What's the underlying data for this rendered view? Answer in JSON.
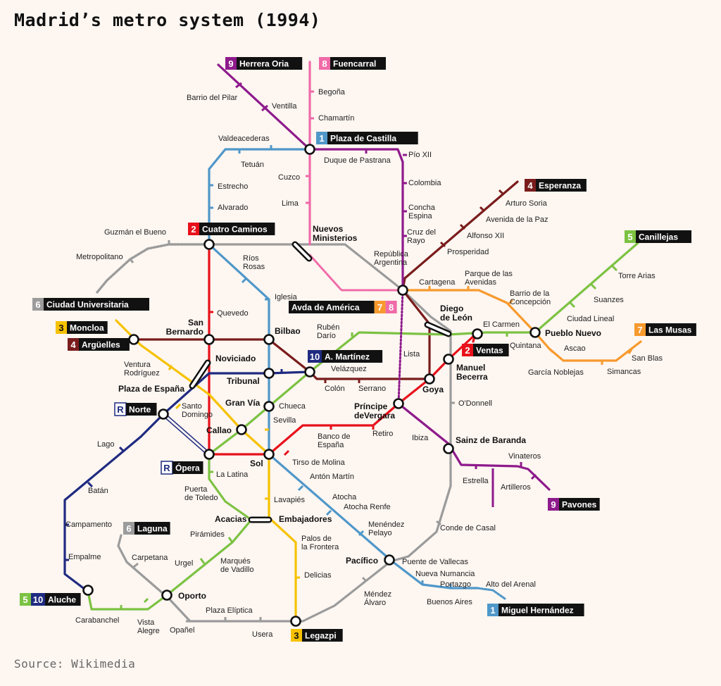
{
  "title": "Madrid’s metro system (1994)",
  "source": "Source: Wikimedia",
  "line_colors": {
    "1": "#4f97c9",
    "2": "#e8111b",
    "3": "#f6c200",
    "4": "#7a1c1c",
    "5": "#7cc242",
    "6": "#9b9b9b",
    "7": "#f79a2e",
    "8": "#f06aa8",
    "9": "#8e1a8c",
    "10": "#1f2a80",
    "R": "#1f2a80"
  },
  "terminals": [
    {
      "id": "herrera-oria",
      "lines": [
        "9"
      ],
      "name": "Herrera Oria"
    },
    {
      "id": "fuencarral",
      "lines": [
        "8"
      ],
      "name": "Fuencarral"
    },
    {
      "id": "plaza-castilla",
      "lines": [
        "1"
      ],
      "name": "Plaza de Castilla"
    },
    {
      "id": "esperanza",
      "lines": [
        "4"
      ],
      "name": "Esperanza"
    },
    {
      "id": "cuatro-caminos",
      "lines": [
        "2"
      ],
      "name": "Cuatro Caminos"
    },
    {
      "id": "canillejas",
      "lines": [
        "5"
      ],
      "name": "Canillejas"
    },
    {
      "id": "ciudad-universitaria",
      "lines": [
        "6"
      ],
      "name": "Ciudad Universitaria"
    },
    {
      "id": "avda-america",
      "lines": [
        "7",
        "8"
      ],
      "name": "Avda  de América",
      "name_first": true
    },
    {
      "id": "moncloa",
      "lines": [
        "3"
      ],
      "name": "Moncloa"
    },
    {
      "id": "arguelles",
      "lines": [
        "4"
      ],
      "name": "Argüelles"
    },
    {
      "id": "las-musas",
      "lines": [
        "7"
      ],
      "name": "Las Musas"
    },
    {
      "id": "ventas",
      "lines": [
        "2"
      ],
      "name": "Ventas"
    },
    {
      "id": "a-martinez",
      "lines": [
        "10"
      ],
      "name": "A. Martínez"
    },
    {
      "id": "norte",
      "lines": [
        "R"
      ],
      "name": "Norte",
      "outline": true
    },
    {
      "id": "opera",
      "lines": [
        "R"
      ],
      "name": "Ópera",
      "outline": true
    },
    {
      "id": "laguna",
      "lines": [
        "6"
      ],
      "name": "Laguna"
    },
    {
      "id": "pavones",
      "lines": [
        "9"
      ],
      "name": "Pavones"
    },
    {
      "id": "aluche",
      "lines": [
        "5",
        "10"
      ],
      "name": "Aluche"
    },
    {
      "id": "miguel-hernandez",
      "lines": [
        "1"
      ],
      "name": "Miguel Hernández"
    },
    {
      "id": "legazpi",
      "lines": [
        "3"
      ],
      "name": "Legazpi"
    }
  ],
  "interchanges": [
    {
      "id": "nuevos-ministerios",
      "name": "Nuevos Ministerios"
    },
    {
      "id": "diego-de-leon",
      "name": "Diego de León"
    },
    {
      "id": "san-bernardo",
      "name": "San Bernardo"
    },
    {
      "id": "bilbao",
      "name": "Bilbao"
    },
    {
      "id": "noviciado",
      "name": "Noviciado"
    },
    {
      "id": "tribunal",
      "name": "Tribunal"
    },
    {
      "id": "plaza-espana",
      "name": "Plaza de España"
    },
    {
      "id": "gran-via",
      "name": "Gran Vía"
    },
    {
      "id": "callao",
      "name": "Callao"
    },
    {
      "id": "sol",
      "name": "Sol"
    },
    {
      "id": "pueblo-nuevo",
      "name": "Pueblo Nuevo"
    },
    {
      "id": "manuel-becerra",
      "name": "Manuel Becerra"
    },
    {
      "id": "goya",
      "name": "Goya"
    },
    {
      "id": "principe-vergara",
      "name": "Príncipe deVergara"
    },
    {
      "id": "sainz-baranda",
      "name": "Sainz de Baranda"
    },
    {
      "id": "acacias",
      "name": "Acacias"
    },
    {
      "id": "embajadores",
      "name": "Embajadores"
    },
    {
      "id": "pacifico",
      "name": "Pacífico"
    },
    {
      "id": "oporto",
      "name": "Oporto"
    }
  ],
  "stations": [
    "Barrio del Pilar",
    "Ventilla",
    "Begoña",
    "Chamartín",
    "Valdeacederas",
    "Tetuán",
    "Duque de Pastrana",
    "Pío XII",
    "Cuzco",
    "Lima",
    "Estrecho",
    "Alvarado",
    "Colombia",
    "Concha Espina",
    "Cruz del Rayo",
    "Arturo Soria",
    "Avenida de la Paz",
    "Alfonso XII",
    "Prosperidad",
    "Guzmán el Bueno",
    "Metropolitano",
    "Ríos Rosas",
    "República Argentina",
    "Iglesia",
    "Quevedo",
    "Cartagena",
    "Parque de las Avenidas",
    "Barrio de la Concepción",
    "Torre Arias",
    "Suanzes",
    "Ciudad Lineal",
    "Rubén Darío",
    "El Carmen",
    "Quintana",
    "Ascao",
    "García Noblejas",
    "Simancas",
    "San Blas",
    "Lista",
    "Velázquez",
    "Colón",
    "Serrano",
    "Ventura Rodríguez",
    "Santo Domingo",
    "Chueca",
    "Sevilla",
    "Banco de España",
    "Retiro",
    "O'Donnell",
    "Ibiza",
    "Lago",
    "Batán",
    "Campamento",
    "Empalme",
    "Carabanchel",
    "Vista Alegre",
    "La Latina",
    "Puerta de Toledo",
    "Tirso de Molina",
    "Antón Martín",
    "Atocha",
    "Atocha Renfe",
    "Menéndez Pelayo",
    "Lavapiés",
    "Pirámides",
    "Marqués de Vadillo",
    "Urgel",
    "Carpetana",
    "Opañel",
    "Plaza Elíptica",
    "Usera",
    "Palos de la Frontera",
    "Delicias",
    "Conde de Casal",
    "Méndez Álvaro",
    "Puente de Vallecas",
    "Nueva Numancia",
    "Portazgo",
    "Buenos Aires",
    "Alto del Arenal",
    "Vinateros",
    "Estrella",
    "Artilleros"
  ]
}
